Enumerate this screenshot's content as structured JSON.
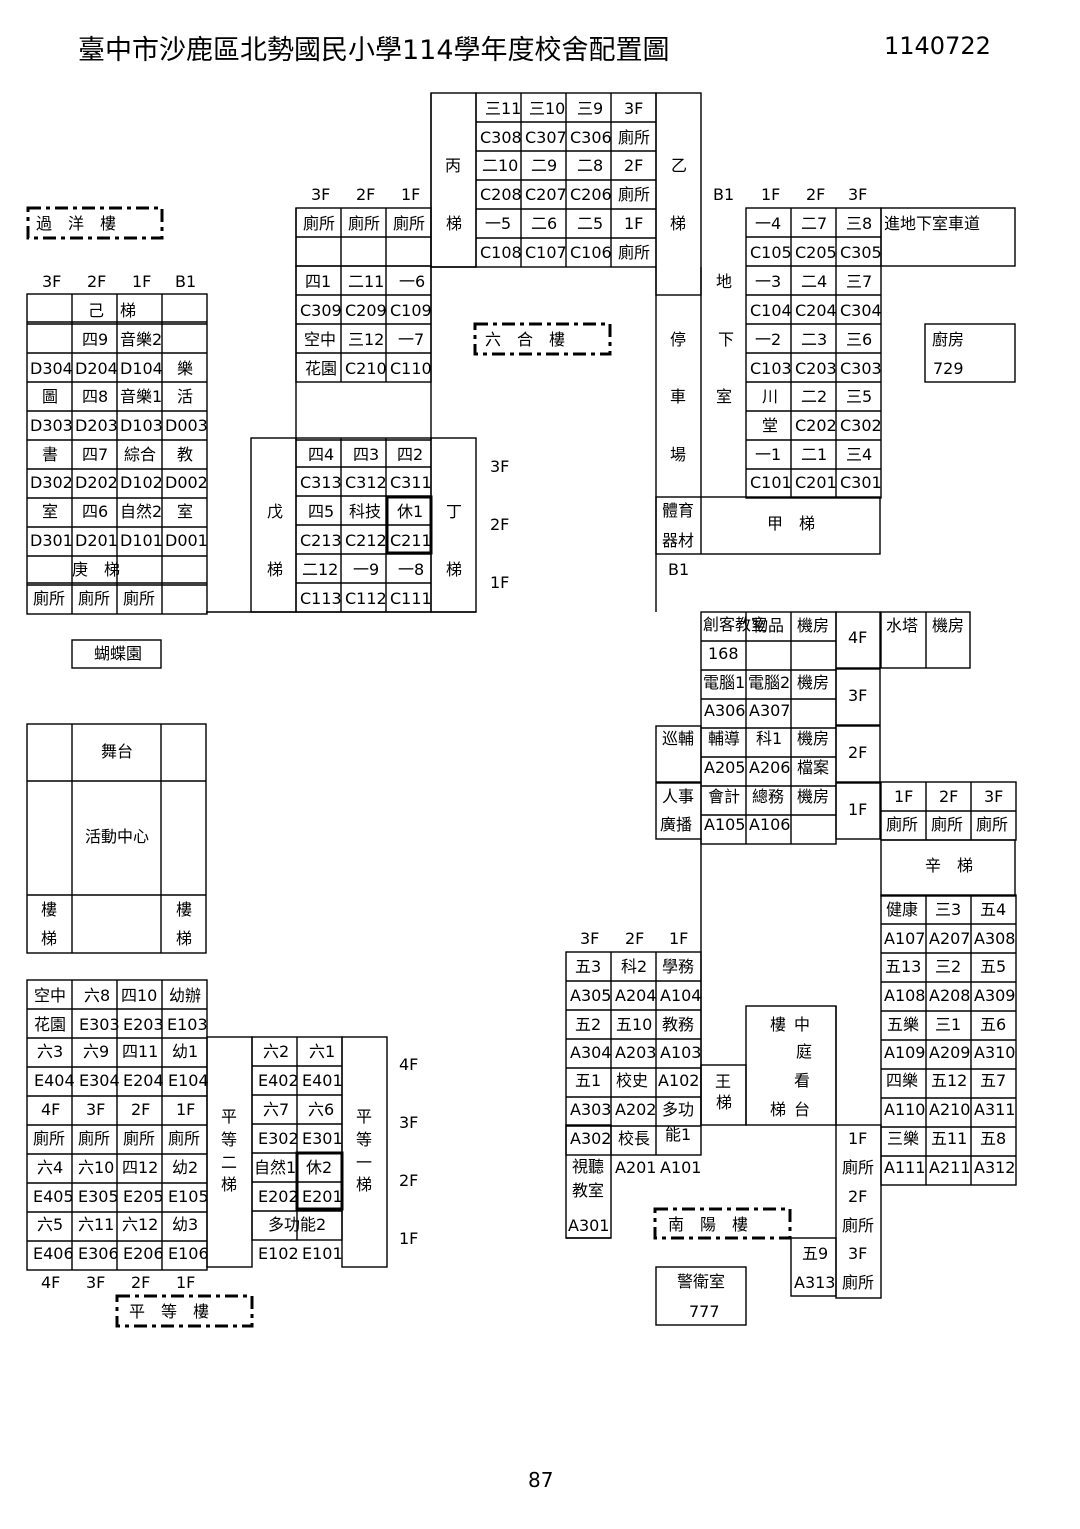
{
  "header": {
    "title": "臺中市沙鹿區北勢國民小學114學年度校舍配置圖",
    "date": "1140722"
  },
  "footer": {
    "page_number": "87"
  },
  "buildings": {
    "guoyang": "過　洋　樓",
    "liuhe": "六　合　樓",
    "nanyang": "南　陽　樓",
    "pingdeng": "平　等　樓"
  },
  "labels": [
    "三11",
    "三10",
    "三9",
    "3F",
    "C308",
    "C307",
    "C306",
    "廁所",
    "丙",
    "二10",
    "二9",
    "二8",
    "2F",
    "乙",
    "C208",
    "C207",
    "C206",
    "廁所",
    "3F",
    "2F",
    "1F",
    "B1",
    "1F",
    "2F",
    "3F",
    "廁所",
    "廁所",
    "廁所",
    "梯",
    "一5",
    "二6",
    "二5",
    "1F",
    "梯",
    "一4",
    "二7",
    "三8",
    "進地下室車道",
    "C108",
    "C107",
    "C106",
    "廁所",
    "C105",
    "C205",
    "C305",
    "3F",
    "2F",
    "1F",
    "B1",
    "四1",
    "二11",
    "一6",
    "地",
    "一3",
    "二4",
    "三7",
    "己　梯",
    "C309",
    "C209",
    "C109",
    "C104",
    "C204",
    "C304",
    "四9",
    "音樂2",
    "空中",
    "三12",
    "一7",
    "停",
    "下",
    "一2",
    "二3",
    "三6",
    "廚房",
    "D304",
    "D204",
    "D104",
    "樂",
    "花園",
    "C210",
    "C110",
    "C103",
    "C203",
    "C303",
    "729",
    "圖",
    "四8",
    "音樂1",
    "活",
    "車",
    "室",
    "川",
    "二2",
    "三5",
    "D303",
    "D203",
    "D103",
    "D003",
    "堂",
    "C202",
    "C302",
    "書",
    "四7",
    "綜合",
    "教",
    "四4",
    "四3",
    "四2",
    "3F",
    "場",
    "一1",
    "二1",
    "三4",
    "D302",
    "D202",
    "D102",
    "D002",
    "C313",
    "C312",
    "C311",
    "C101",
    "C201",
    "C301",
    "室",
    "四6",
    "自然2",
    "室",
    "戊",
    "四5",
    "科技",
    "休1",
    "丁",
    "2F",
    "體育",
    "甲　梯",
    "D301",
    "D201",
    "D101",
    "D001",
    "C213",
    "C212",
    "C211",
    "器材",
    "庚　梯",
    "梯",
    "二12",
    "一9",
    "一8",
    "梯",
    "1F",
    "B1",
    "廁所",
    "廁所",
    "廁所",
    "C113",
    "C112",
    "C111",
    "創客教室",
    "物品",
    "機房",
    "4F",
    "水塔",
    "機房",
    "蝴蝶園",
    "168",
    "電腦1",
    "電腦2",
    "機房",
    "3F",
    "A306",
    "A307",
    "舞台",
    "巡輔",
    "輔導",
    "科1",
    "機房",
    "2F",
    "A205",
    "A206",
    "檔案",
    "人事",
    "會計",
    "總務",
    "機房",
    "1F",
    "1F",
    "2F",
    "3F",
    "活動中心",
    "廣播",
    "A105",
    "A106",
    "廁所",
    "廁所",
    "廁所",
    "辛　梯",
    "樓",
    "樓",
    "健康",
    "三3",
    "五4",
    "梯",
    "梯",
    "3F",
    "2F",
    "1F",
    "A107",
    "A207",
    "A308",
    "五3",
    "科2",
    "學務",
    "五13",
    "三2",
    "五5",
    "空中",
    "六8",
    "四10",
    "幼辦",
    "A305",
    "A204",
    "A104",
    "A108",
    "A208",
    "A309",
    "花園",
    "E303",
    "E203",
    "E103",
    "五2",
    "五10",
    "教務",
    "樓",
    "中",
    "五樂",
    "三1",
    "五6",
    "六3",
    "六9",
    "四11",
    "幼1",
    "六2",
    "六1",
    "4F",
    "A304",
    "A203",
    "A103",
    "庭",
    "A109",
    "A209",
    "A310",
    "E404",
    "E304",
    "E204",
    "E104",
    "E402",
    "E401",
    "五1",
    "校史",
    "A102",
    "王",
    "看",
    "四樂",
    "五12",
    "五7",
    "4F",
    "3F",
    "2F",
    "1F",
    "平",
    "六7",
    "六6",
    "平",
    "3F",
    "A303",
    "A202",
    "多功",
    "梯",
    "梯",
    "台",
    "A110",
    "A210",
    "A311",
    "廁所",
    "廁所",
    "廁所",
    "廁所",
    "等",
    "E302",
    "E301",
    "等",
    "A302",
    "校長",
    "能1",
    "1F",
    "三樂",
    "五11",
    "五8",
    "六4",
    "六10",
    "四12",
    "幼2",
    "二",
    "自然1",
    "休2",
    "一",
    "2F",
    "視聽",
    "A201",
    "A101",
    "廁所",
    "A111",
    "A211",
    "A312",
    "E405",
    "E305",
    "E205",
    "E105",
    "梯",
    "E202",
    "E201",
    "梯",
    "教室",
    "2F",
    "六5",
    "六11",
    "六12",
    "幼3",
    "多功能2",
    "1F",
    "A301",
    "廁所",
    "E406",
    "E306",
    "E206",
    "E106",
    "E102",
    "E101",
    "五9",
    "3F",
    "4F",
    "3F",
    "2F",
    "1F",
    "警衛室",
    "A313",
    "廁所",
    "777"
  ]
}
